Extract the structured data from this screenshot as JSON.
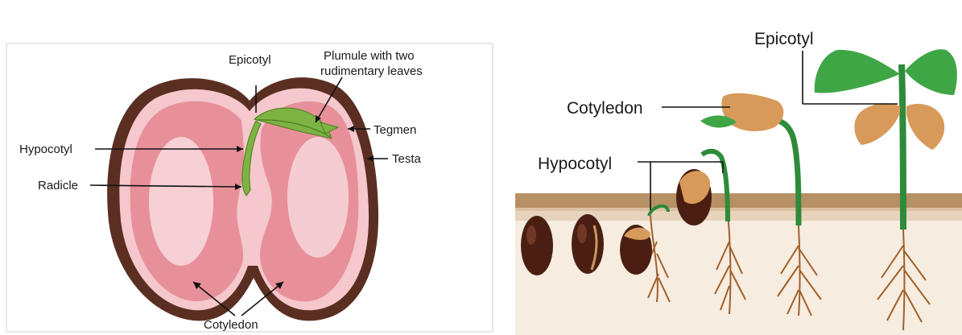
{
  "seed_diagram": {
    "labels": {
      "epicotyl": "Epicotyl",
      "plumule_line1": "Plumule with two",
      "plumule_line2": "rudimentary leaves",
      "tegmen": "Tegmen",
      "hypocotyl": "Hypocotyl",
      "testa": "Testa",
      "radicle": "Radicle",
      "cotyledon": "Cotyledon"
    },
    "colors": {
      "testa": "#5a2f22",
      "cotyledon": "#e8909a",
      "cotyledon_highlight": "#fbe6e8",
      "tegmen": "#f4c8cc",
      "plumule": "#7cb342",
      "plumule_dark": "#4f7d1f"
    }
  },
  "germination_diagram": {
    "labels": {
      "epicotyl": "Epicotyl",
      "cotyledon": "Cotyledon",
      "hypocotyl": "Hypocotyl"
    },
    "colors": {
      "soil_top": "#b89066",
      "soil": "#f6ece0",
      "seed": "#4a1f12",
      "cotyledon": "#d79a5a",
      "stem": "#2e8b3a",
      "leaf": "#3fa646",
      "root": "#a0602a"
    }
  }
}
